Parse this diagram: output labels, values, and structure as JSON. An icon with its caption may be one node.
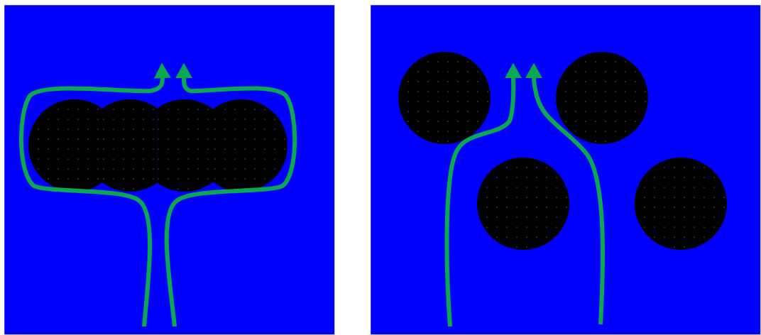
{
  "diagram": {
    "nodes": [
      {
        "text": [],
        "shape": "box"
      },
      {
        "text": [],
        "shape": "circle",
        "in": 0
      },
      {
        "text": [],
        "shape": "circle",
        "in": 0
      },
      {
        "text": [],
        "shape": "circle",
        "in": 0
      },
      {
        "text": [],
        "shape": "circle",
        "in": 0
      },
      {
        "text": [],
        "shape": "box"
      },
      {
        "text": [],
        "shape": "circle",
        "in": 5
      },
      {
        "text": [],
        "shape": "circle",
        "in": 5
      },
      {
        "text": [],
        "shape": "circle",
        "in": 5
      },
      {
        "text": [],
        "shape": "circle",
        "in": 5
      }
    ]
  }
}
